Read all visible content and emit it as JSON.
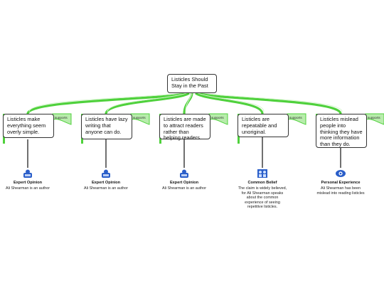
{
  "root": {
    "text": "Listicles Should Stay in the Past"
  },
  "edge_label": "supports",
  "claims": [
    {
      "text": "Listicles make everything seem overly simple.",
      "source": {
        "type": "Expert Opinion",
        "text": "Ali Shearman is an author",
        "icon": "expert-opinion-icon"
      }
    },
    {
      "text": "Listicles have lazy writing that anyone can do.",
      "source": {
        "type": "Expert Opinion",
        "text": "Ali Shearman is an author",
        "icon": "expert-opinion-icon"
      }
    },
    {
      "text": "Listicles are made to attract readers rather than helping readers.",
      "source": {
        "type": "Expert Opinion",
        "text": "Ali Shearman is an author",
        "icon": "expert-opinion-icon"
      }
    },
    {
      "text": "Listicles are repeatable and unoriginal.",
      "source": {
        "type": "Common Belief",
        "text": "The claim is widely believed, for Ali Shearman speaks about the common experience of seeing repetitive listicles.",
        "icon": "common-belief-icon"
      }
    },
    {
      "text": "Listicles mislead people into thinking they have more information than they do.",
      "source": {
        "type": "Personal Experience",
        "text": "Ali Shearman has been mislead into reading listicles",
        "icon": "personal-experience-icon"
      }
    }
  ],
  "colors": {
    "connector": "#4fd13c",
    "connector_fill": "#b8ecac",
    "node_border": "#333333"
  }
}
